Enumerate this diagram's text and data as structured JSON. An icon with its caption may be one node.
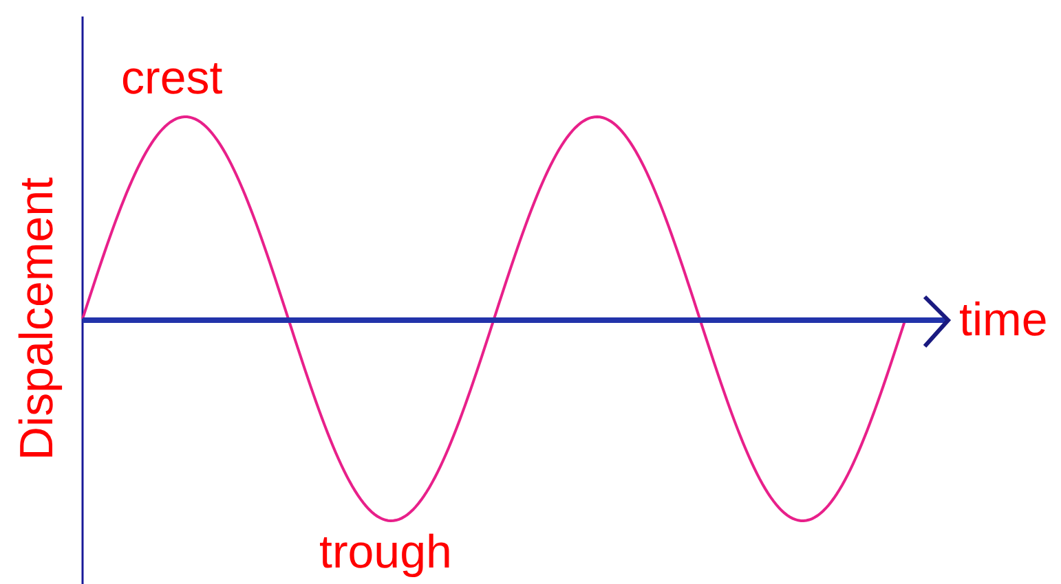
{
  "diagram": {
    "labels": [
      "crest",
      "Dispalcement",
      "time",
      "trough"
    ]
  }
}
